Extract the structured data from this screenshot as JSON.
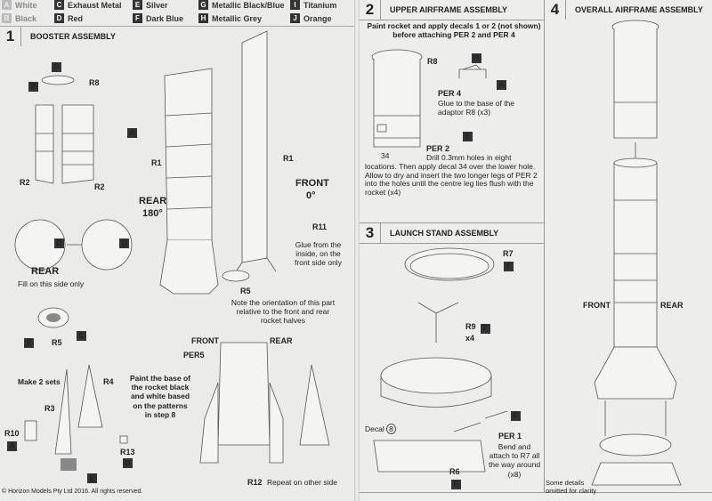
{
  "legend": [
    {
      "code": "A",
      "name": "White"
    },
    {
      "code": "B",
      "name": "Black"
    },
    {
      "code": "C",
      "name": "Exhaust Metal"
    },
    {
      "code": "D",
      "name": "Red"
    },
    {
      "code": "E",
      "name": "Silver"
    },
    {
      "code": "F",
      "name": "Dark Blue"
    },
    {
      "code": "G",
      "name": "Metallic Black/Blue"
    },
    {
      "code": "H",
      "name": "Metallic Grey"
    },
    {
      "code": "I",
      "name": "Titanium"
    },
    {
      "code": "J",
      "name": "Orange"
    }
  ],
  "steps": [
    {
      "number": "1",
      "title": "BOOSTER ASSEMBLY"
    },
    {
      "number": "2",
      "title": "UPPER AIRFRAME ASSEMBLY"
    },
    {
      "number": "3",
      "title": "LAUNCH STAND ASSEMBLY"
    },
    {
      "number": "4",
      "title": "OVERALL AIRFRAME ASSEMBLY"
    }
  ],
  "step1": {
    "labels": [
      "D",
      "B",
      "R8",
      "A",
      "R2",
      "R2",
      "R1",
      "R1",
      "REAR",
      "180°",
      "FRONT",
      "0°",
      "R11",
      "REAR",
      "D",
      "D",
      "E",
      "R5",
      "C",
      "R5",
      "FRONT",
      "REAR",
      "PER5",
      "R4",
      "R3",
      "R10",
      "A",
      "R13",
      "D",
      "E",
      "R12"
    ],
    "glue_note": "Glue from the inside, on the front side only",
    "fill_note": "Fill on this side only",
    "orientation_note": "Note the orientation of this part relative to the front and rear rocket halves",
    "make_sets": "Make 2 sets",
    "paint_note": "Paint the base of the rocket black and white based on the patterns in step 8",
    "repeat_note": "Repeat on other side"
  },
  "step2": {
    "intro": "Paint rocket and apply decals 1 or 2 (not shown) before attaching PER 2 and PER 4",
    "labels": [
      "R8",
      "B",
      "A",
      "E",
      "34"
    ],
    "per4_title": "PER 4",
    "per4_text": "Glue to the base of the adaptor R8 (x3)",
    "per2_title": "PER 2",
    "per2_text": "Drill 0.3mm holes in eight locations. Then apply decal 34 over the lower hole. Allow to dry and insert the two longer legs of PER 2 into the holes until the centre leg lies flush with the rocket (x4)"
  },
  "step3": {
    "labels": [
      "R7",
      "F",
      "R9",
      "x4",
      "F",
      "R6",
      "F",
      "F"
    ],
    "decal": "Decal",
    "decal_num": "8",
    "per1_title": "PER 1",
    "per1_text": "Bend and attach to R7 all the way around (x8)"
  },
  "step4": {
    "front": "FRONT",
    "rear": "REAR",
    "note": "Some details omitted for clarity"
  },
  "footer": {
    "copyright": "© Horizon Models Pty Ltd 2016.   All rights reserved."
  }
}
